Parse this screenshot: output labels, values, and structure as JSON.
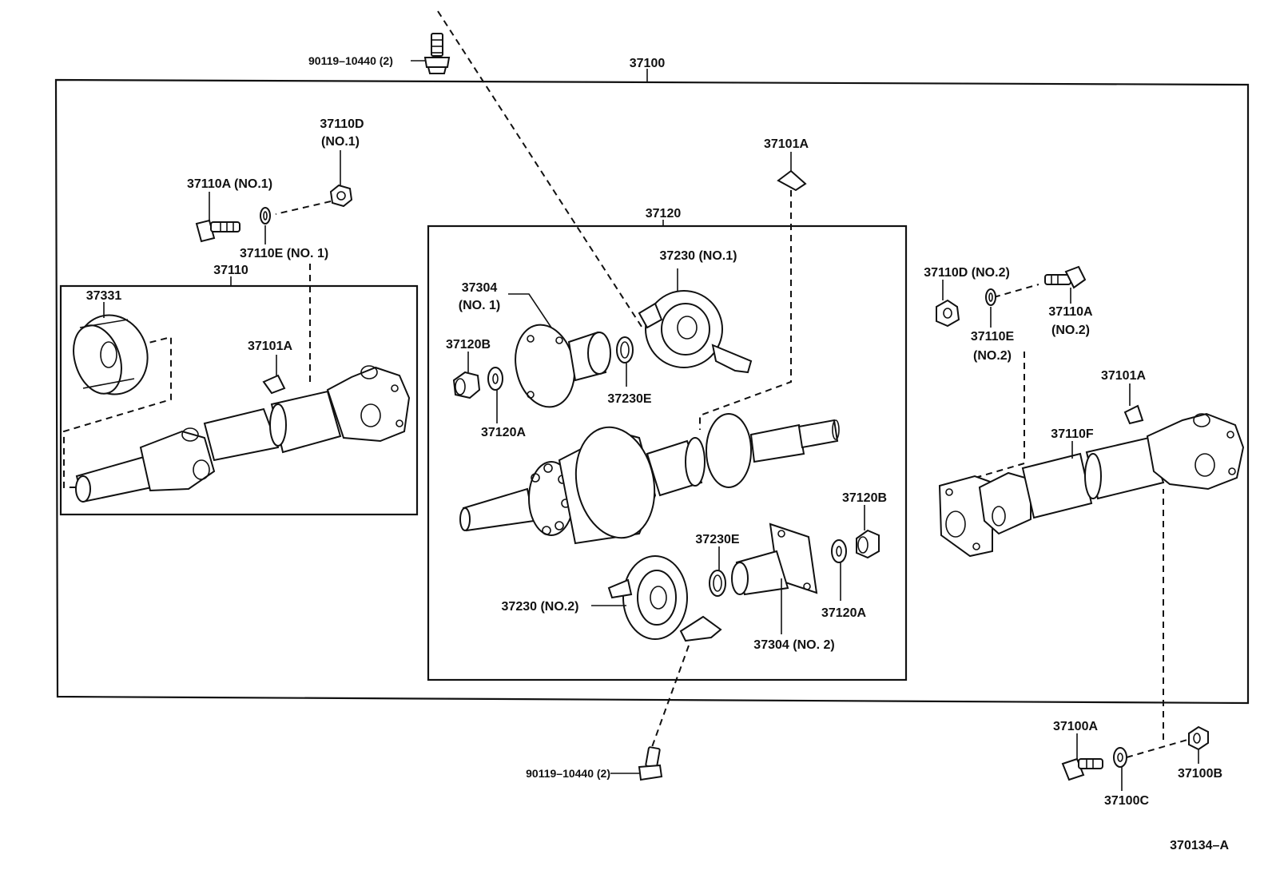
{
  "diagram_code": "370134–A",
  "labels": {
    "p37100": "37100",
    "bolt_top": "90119–10440 (2)",
    "bolt_bottom": "90119–10440 (2)",
    "p37110D_no1_a": "37110D",
    "p37110D_no1_b": "(NO.1)",
    "p37110A_no1": "37110A (NO.1)",
    "p37110E_no1": "37110E (NO. 1)",
    "p37110": "37110",
    "p37331": "37331",
    "p37101A_left": "37101A",
    "p37120": "37120",
    "p37101A_top": "37101A",
    "p37230_no1": "37230 (NO.1)",
    "p37304_no1_a": "37304",
    "p37304_no1_b": "(NO. 1)",
    "p37120B_left": "37120B",
    "p37230E_top": "37230E",
    "p37120A_left": "37120A",
    "p37120B_right": "37120B",
    "p37230E_bottom": "37230E",
    "p37230_no2": "37230 (NO.2)",
    "p37120A_right": "37120A",
    "p37304_no2": "37304 (NO. 2)",
    "p37110D_no2": "37110D (NO.2)",
    "p37110A_no2_a": "37110A",
    "p37110A_no2_b": "(NO.2)",
    "p37110E_no2_a": "37110E",
    "p37110E_no2_b": "(NO.2)",
    "p37101A_right": "37101A",
    "p37110F": "37110F",
    "p37100A": "37100A",
    "p37100B": "37100B",
    "p37100C": "37100C"
  }
}
